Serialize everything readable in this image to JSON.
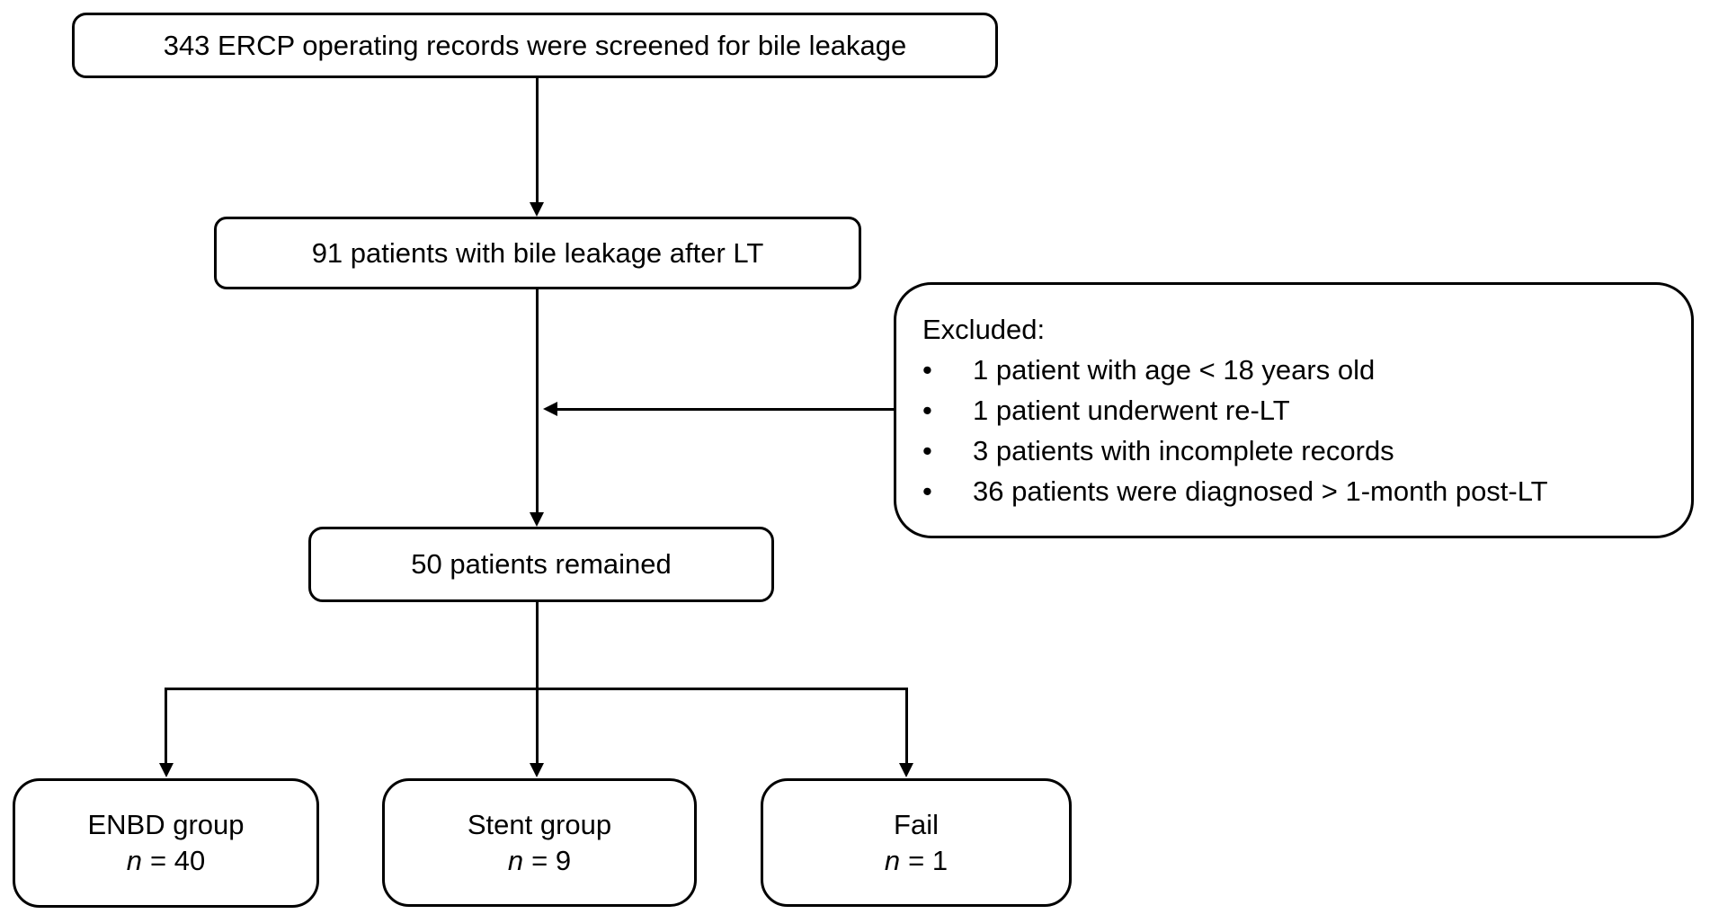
{
  "diagram": {
    "background": "#ffffff",
    "stroke_color": "#000000",
    "text_color": "#000000",
    "nodes": {
      "screened": {
        "label": "343 ERCP operating records were screened for bile leakage"
      },
      "leakage": {
        "label": "91 patients with bile leakage after LT"
      },
      "excluded": {
        "title": "Excluded:",
        "bullet_char": "•",
        "items": [
          "1 patient with age < 18 years old",
          "1 patient underwent re-LT",
          "3 patients with incomplete records",
          "36 patients were diagnosed > 1-month post-LT"
        ]
      },
      "remained": {
        "label": "50 patients remained"
      },
      "enbd": {
        "label": "ENBD group",
        "n_symbol": "n",
        "n_value": "= 40"
      },
      "stent": {
        "label": "Stent group",
        "n_symbol": "n",
        "n_value": "= 9"
      },
      "fail": {
        "label": "Fail",
        "n_symbol": "n",
        "n_value": "= 1"
      }
    }
  }
}
